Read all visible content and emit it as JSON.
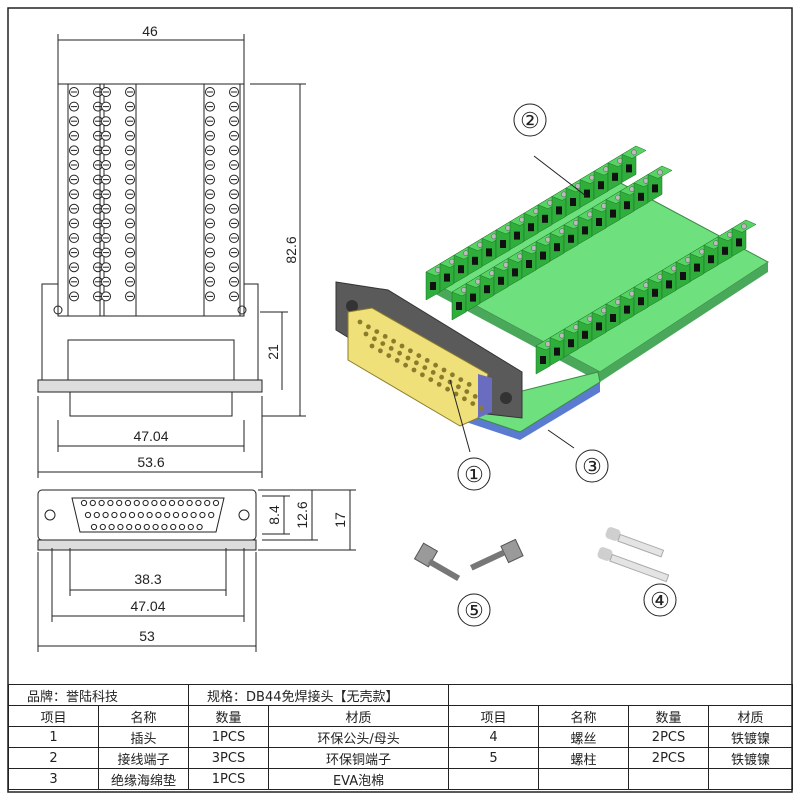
{
  "dimensions": {
    "top_width": "46",
    "height": "82.6",
    "socket_height": "21",
    "flange_inner": "47.04",
    "flange_outer": "53.6",
    "bottom_inner": "38.3",
    "bottom_mid": "47.04",
    "bottom_outer": "53",
    "side_small": "8.4",
    "side_mid": "12.6",
    "side_large": "17"
  },
  "callouts": [
    "①",
    "②",
    "③",
    "④",
    "⑤"
  ],
  "colors": {
    "terminal_green": "#3fc24a",
    "pcb_green": "#6fe07e",
    "shell_grey": "#5a5a5a",
    "connector_yellow": "#efe07a"
  },
  "bom": {
    "brand": "品牌：誉陆科技",
    "spec": "规格：DB44免焊接头【无壳款】",
    "headers": [
      "项目",
      "名称",
      "数量",
      "材质",
      "项目",
      "名称",
      "数量",
      "材质"
    ],
    "rows": [
      [
        "1",
        "插头",
        "1PCS",
        "环保公头/母头",
        "4",
        "螺丝",
        "2PCS",
        "铁镀镍"
      ],
      [
        "2",
        "接线端子",
        "3PCS",
        "环保铜端子",
        "5",
        "螺柱",
        "2PCS",
        "铁镀镍"
      ],
      [
        "3",
        "绝缘海绵垫",
        "1PCS",
        "EVA泡棉",
        "",
        "",
        "",
        ""
      ]
    ]
  }
}
